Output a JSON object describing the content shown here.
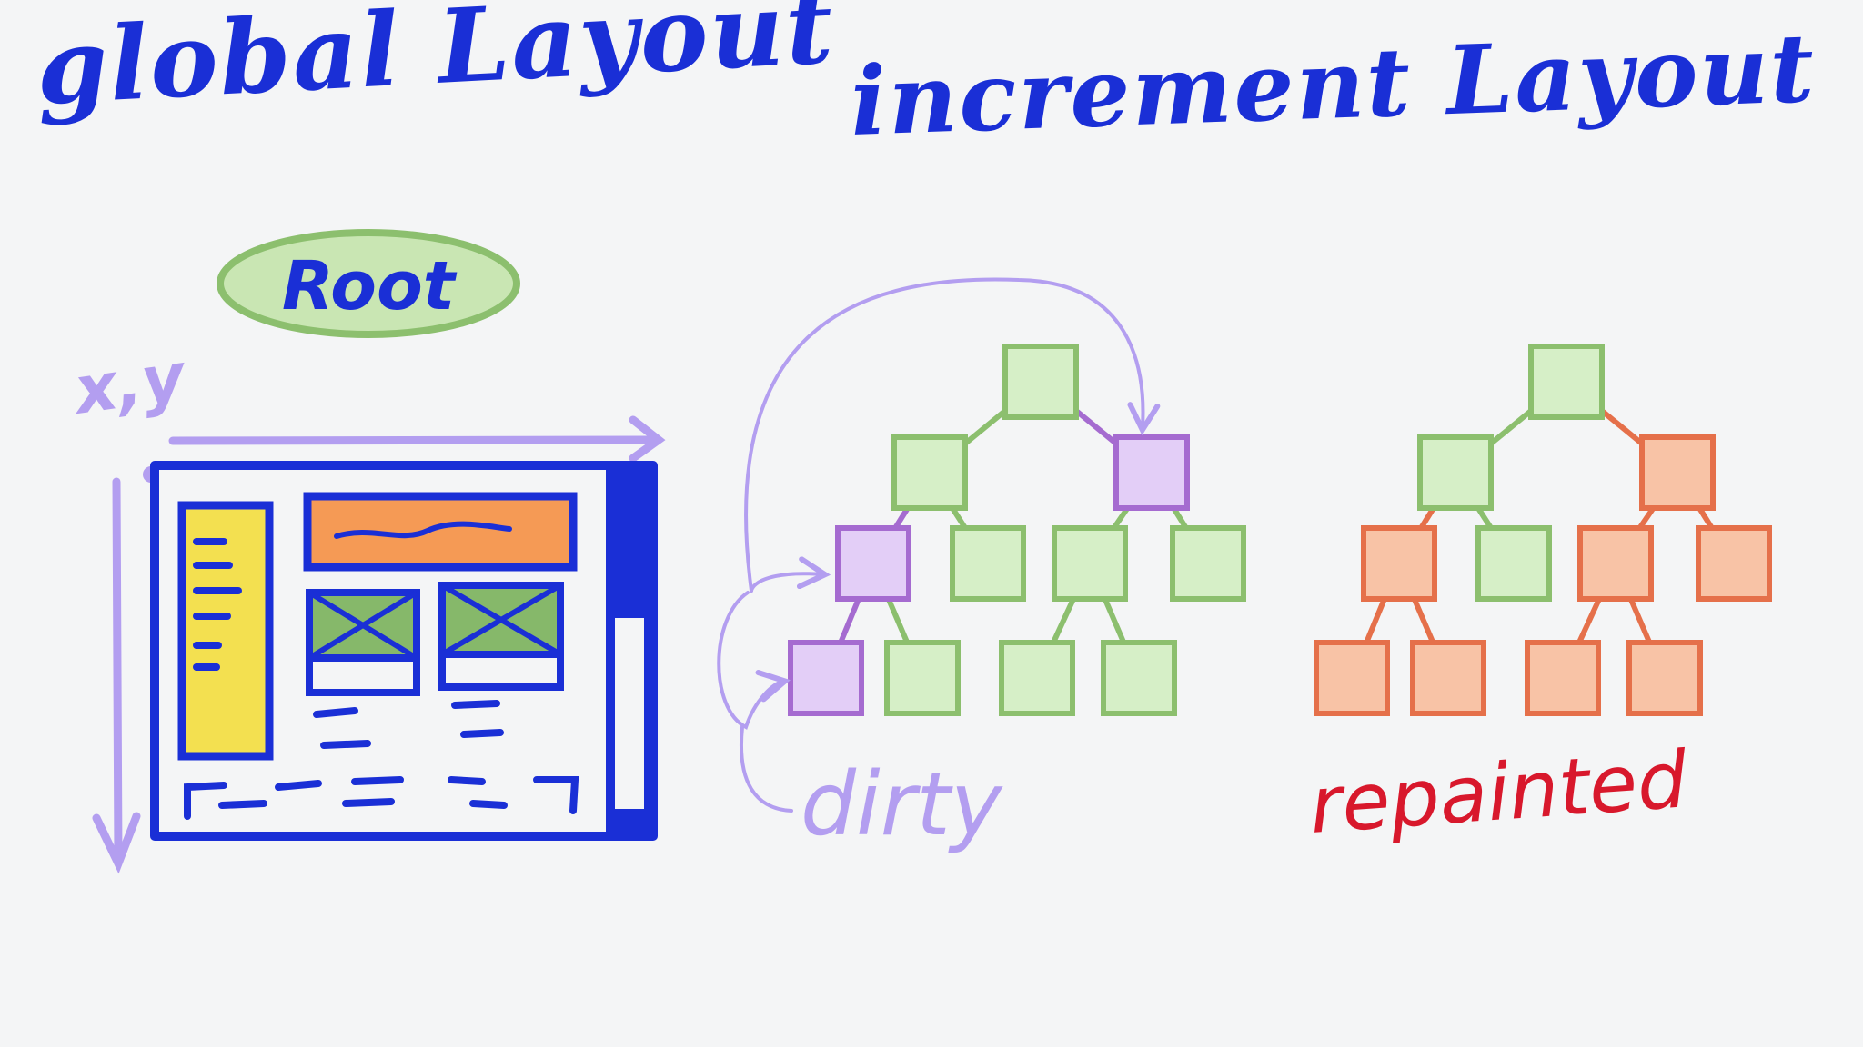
{
  "titles": {
    "global": "global Layout",
    "increment": "increment Layout"
  },
  "labels": {
    "root": "Root",
    "xy": "x,y",
    "dirty": "dirty",
    "repainted": "repainted"
  },
  "colors": {
    "ink_blue": "#1a2fd6",
    "violet": "#b39ef0",
    "node_green_fill": "#d6efc7",
    "node_green_stroke": "#8cbf6e",
    "node_dirty_fill": "#e3cef7",
    "node_dirty_stroke": "#a56bd0",
    "node_repaint_fill": "#f8c3a6",
    "node_repaint_stroke": "#e5704a",
    "repainted_text": "#d8182c",
    "sidebar_yellow": "#f3e050",
    "banner_orange": "#f59a55",
    "image_green": "#86b86a"
  },
  "trees": {
    "dirty_tree": {
      "states": [
        "clean",
        "clean",
        "dirty",
        "dirty",
        "clean",
        "clean",
        "clean",
        "dirty",
        "clean",
        "clean",
        "clean"
      ]
    },
    "repainted_tree": {
      "states": [
        "clean",
        "clean",
        "repainted",
        "repainted",
        "clean",
        "repainted",
        "repainted",
        "repainted",
        "repainted",
        "repainted",
        "repainted"
      ]
    }
  }
}
